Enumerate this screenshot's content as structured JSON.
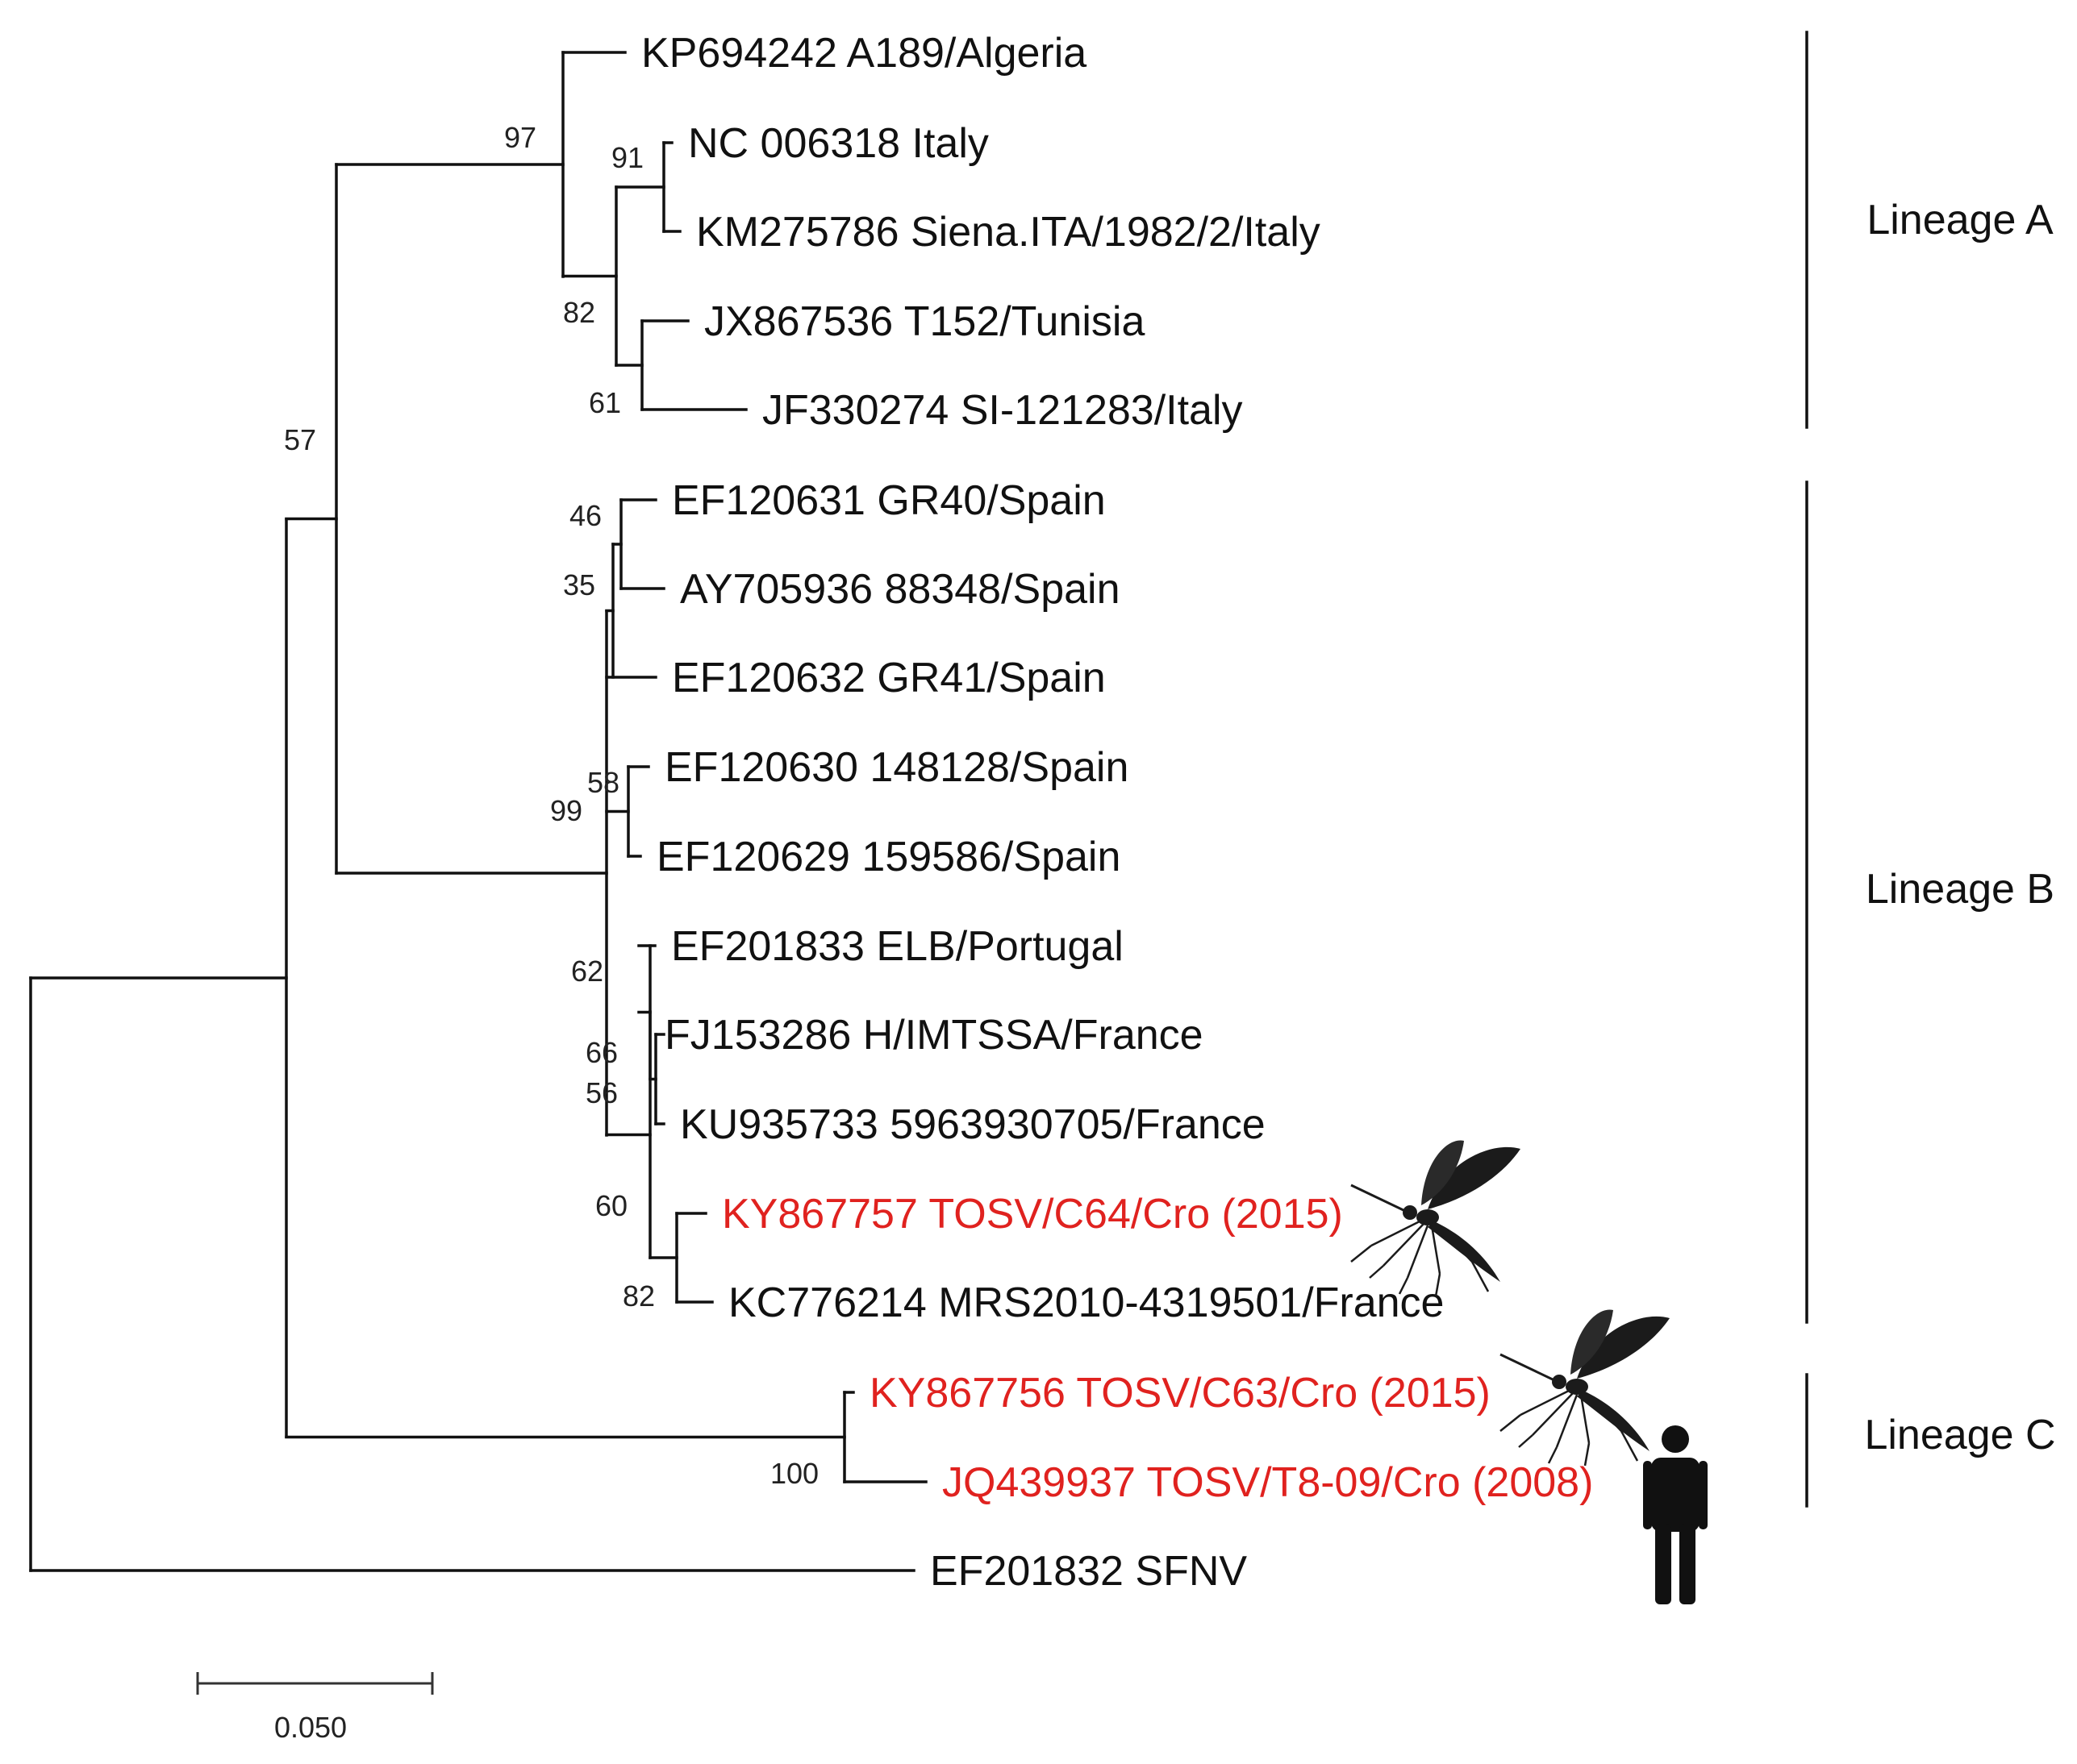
{
  "colors": {
    "line": "#111111",
    "label": "#111111",
    "highlight": "#e0221f"
  },
  "taxa": [
    {
      "key": "t1",
      "label": "KP694242 A189/Algeria",
      "highlight": false
    },
    {
      "key": "t2",
      "label": "NC 006318 Italy",
      "highlight": false
    },
    {
      "key": "t3",
      "label": "KM275786 Siena.ITA/1982/2/Italy",
      "highlight": false
    },
    {
      "key": "t4",
      "label": "JX867536 T152/Tunisia",
      "highlight": false
    },
    {
      "key": "t5",
      "label": "JF330274 SI-121283/Italy",
      "highlight": false
    },
    {
      "key": "t6",
      "label": "EF120631 GR40/Spain",
      "highlight": false
    },
    {
      "key": "t7",
      "label": "AY705936 88348/Spain",
      "highlight": false
    },
    {
      "key": "t8",
      "label": "EF120632 GR41/Spain",
      "highlight": false
    },
    {
      "key": "t9",
      "label": "EF120630 148128/Spain",
      "highlight": false
    },
    {
      "key": "t10",
      "label": "EF120629 159586/Spain",
      "highlight": false
    },
    {
      "key": "t11",
      "label": "EF201833 ELB/Portugal",
      "highlight": false
    },
    {
      "key": "t12",
      "label": "FJ153286 H/IMTSSA/France",
      "highlight": false
    },
    {
      "key": "t13",
      "label": "KU935733 5963930705/France",
      "highlight": false
    },
    {
      "key": "t14",
      "label": "KY867757 TOSV/C64/Cro (2015)",
      "highlight": true,
      "icon": "mosquito-icon"
    },
    {
      "key": "t15",
      "label": "KC776214 MRS2010-4319501/France",
      "highlight": false
    },
    {
      "key": "t16",
      "label": "KY867756 TOSV/C63/Cro (2015)",
      "highlight": true,
      "icon": "mosquito-icon"
    },
    {
      "key": "t17",
      "label": "JQ439937 TOSV/T8-09/Cro (2008)",
      "highlight": true,
      "icon": "human-icon"
    },
    {
      "key": "t18",
      "label": "EF201832 SFNV",
      "highlight": false
    }
  ],
  "bootstrap": [
    "97",
    "91",
    "82",
    "61",
    "57",
    "46",
    "35",
    "58",
    "99",
    "62",
    "66",
    "56",
    "60",
    "82",
    "100"
  ],
  "lineages": [
    {
      "key": "A",
      "label": "Lineage A"
    },
    {
      "key": "B",
      "label": "Lineage B"
    },
    {
      "key": "C",
      "label": "Lineage C"
    }
  ],
  "scale_bar": {
    "label": "0.050",
    "value": 0.05
  }
}
